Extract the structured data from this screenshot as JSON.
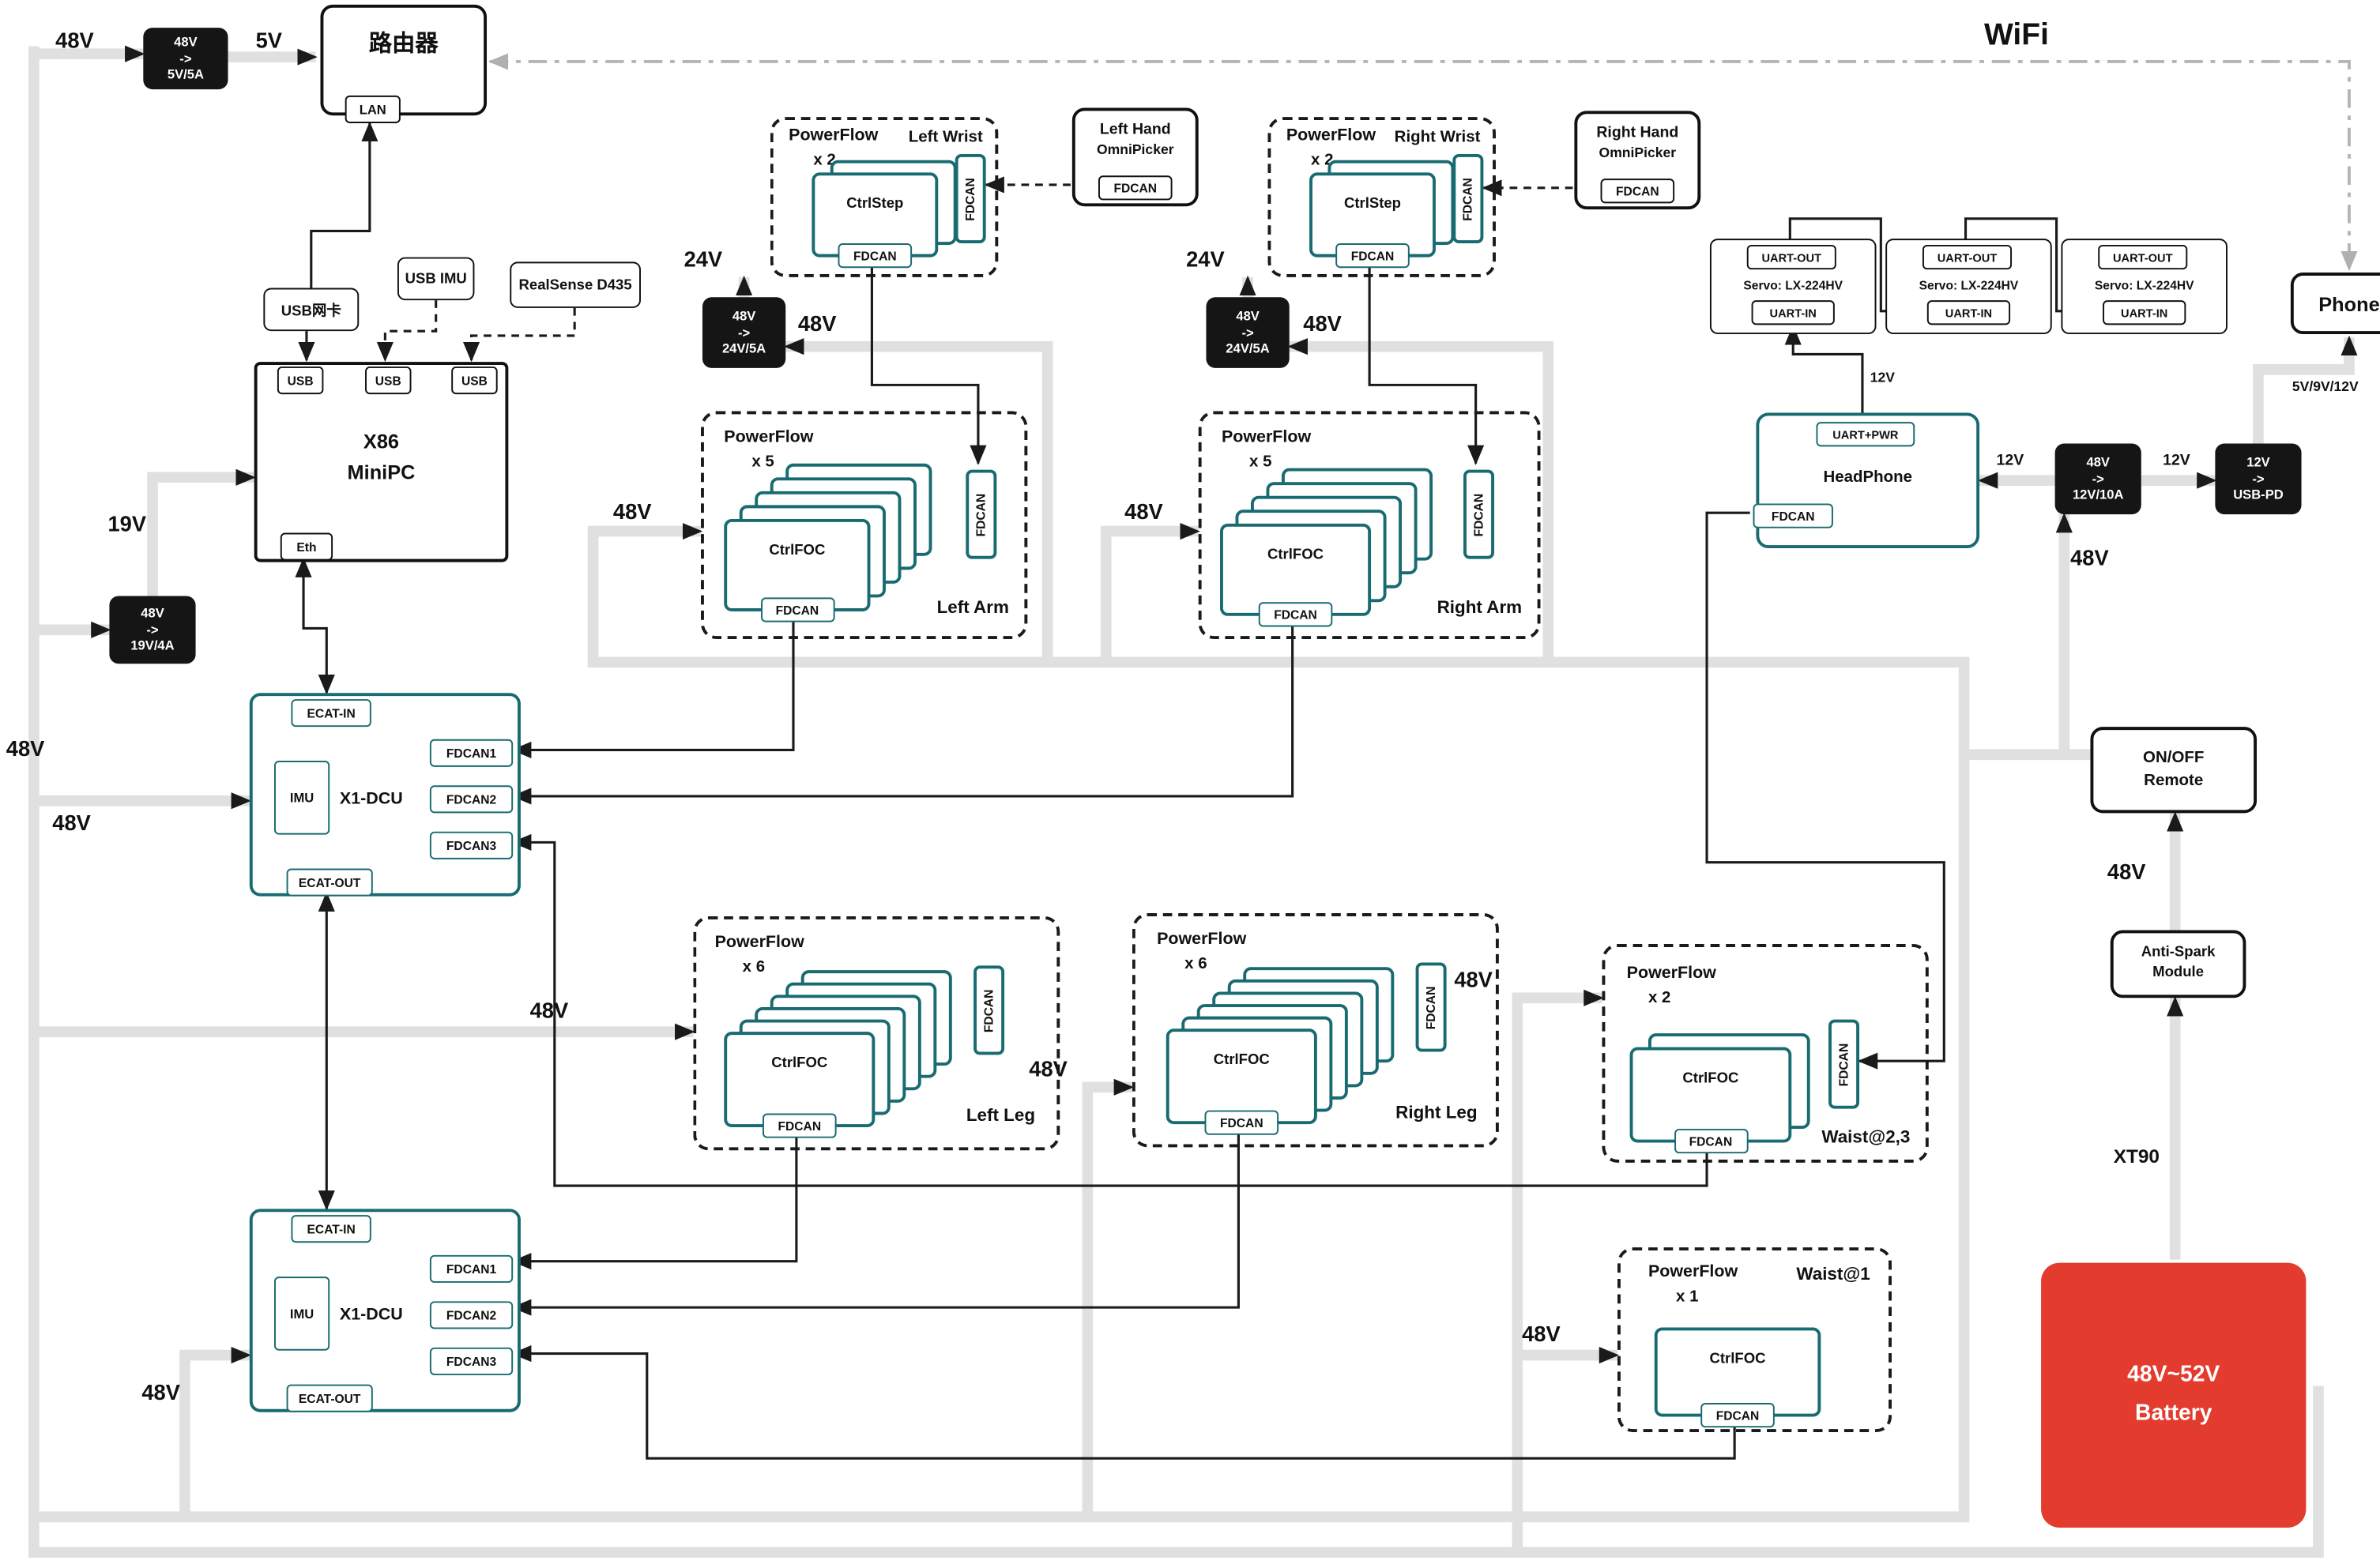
{
  "labels": {
    "wifi": "WiFi",
    "v48": "48V",
    "v24": "24V",
    "v5": "5V",
    "v19": "19V",
    "v12": "12V",
    "v5912": "5V/9V/12V",
    "xt90": "XT90"
  },
  "router": {
    "title": "路由器",
    "lan": "LAN"
  },
  "peripherals": {
    "usb_nic": "USB网卡",
    "usb_imu": "USB IMU",
    "realsense": "RealSense D435"
  },
  "minipc": {
    "line1": "X86",
    "line2": "MiniPC",
    "usb": "USB",
    "eth": "Eth"
  },
  "converters": {
    "v5": {
      "in": "48V",
      "arr": "->",
      "out": "5V/5A"
    },
    "v19": {
      "in": "48V",
      "arr": "->",
      "out": "19V/4A"
    },
    "v24": {
      "in": "48V",
      "arr": "->",
      "out": "24V/5A"
    },
    "v12": {
      "in": "48V",
      "arr": "->",
      "out": "12V/10A"
    },
    "usbpd": {
      "in": "12V",
      "arr": "->",
      "out": "USB-PD"
    }
  },
  "dcu": {
    "title": "X1-DCU",
    "ecat_in": "ECAT-IN",
    "ecat_out": "ECAT-OUT",
    "imu": "IMU",
    "fdcan1": "FDCAN1",
    "fdcan2": "FDCAN2",
    "fdcan3": "FDCAN3"
  },
  "chip": {
    "fdcan": "FDCAN",
    "ctrlfoc": "CtrlFOC",
    "ctrlstep": "CtrlStep"
  },
  "groups": {
    "powerflow": "PowerFlow",
    "left_wrist": {
      "count": "x 2",
      "name": "Left Wrist"
    },
    "right_wrist": {
      "count": "x 2",
      "name": "Right Wrist"
    },
    "left_arm": {
      "count": "x 5",
      "name": "Left Arm"
    },
    "right_arm": {
      "count": "x 5",
      "name": "Right Arm"
    },
    "left_leg": {
      "count": "x 6",
      "name": "Left Leg"
    },
    "right_leg": {
      "count": "x 6",
      "name": "Right Leg"
    },
    "waist23": {
      "count": "x 2",
      "name": "Waist@2,3"
    },
    "waist1": {
      "count": "x 1",
      "name": "Waist@1"
    }
  },
  "hands": {
    "left": {
      "line1": "Left Hand",
      "line2": "OmniPicker"
    },
    "right": {
      "line1": "Right Hand",
      "line2": "OmniPicker"
    }
  },
  "servo": {
    "uart_out": "UART-OUT",
    "name": "Servo: LX-224HV",
    "uart_in": "UART-IN"
  },
  "headphone": {
    "uart": "UART+PWR",
    "title": "HeadPhone"
  },
  "phone": {
    "title": "Phone"
  },
  "power": {
    "onoff_l1": "ON/OFF",
    "onoff_l2": "Remote",
    "spark_l1": "Anti-Spark",
    "spark_l2": "Module",
    "battery_l1": "48V~52V",
    "battery_l2": "Battery"
  },
  "colors": {
    "teal": "#186b70",
    "battery_red": "#e33b2e",
    "wire_gray": "#e0e0e0"
  }
}
